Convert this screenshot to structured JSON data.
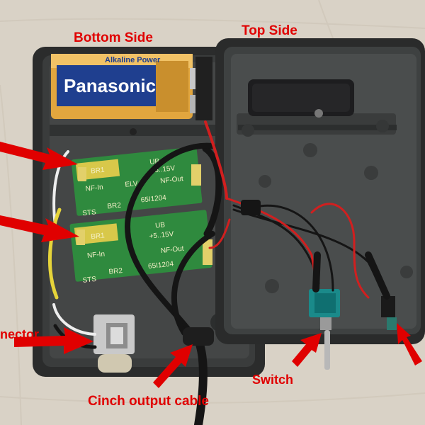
{
  "labels": {
    "bottom_side": "Bottom Side",
    "top_side": "Top Side",
    "connector": "nector",
    "switch": "Switch",
    "cinch_output_cable": "Cinch output cable"
  },
  "battery": {
    "brand": "Panasonic",
    "type": "Alkaline Power"
  },
  "pcb1": {
    "labels": [
      "BR1",
      "NF-In",
      "ELV",
      "NF-Out",
      "UB",
      "+5..15V",
      "65I1204",
      "STS",
      "BR2"
    ]
  },
  "pcb2": {
    "labels": [
      "BR1",
      "NF-In",
      "UB",
      "+5..15V",
      "NF-Out",
      "BR2",
      "65I1204",
      "STS"
    ]
  },
  "colors": {
    "annotation": "#e00000",
    "table": "#d9d2c6",
    "enclosure": "#2a2b2b",
    "pcb": "#2f8a3e",
    "battery_gold": "#e5a53a",
    "battery_blue": "#1f3f8f"
  }
}
